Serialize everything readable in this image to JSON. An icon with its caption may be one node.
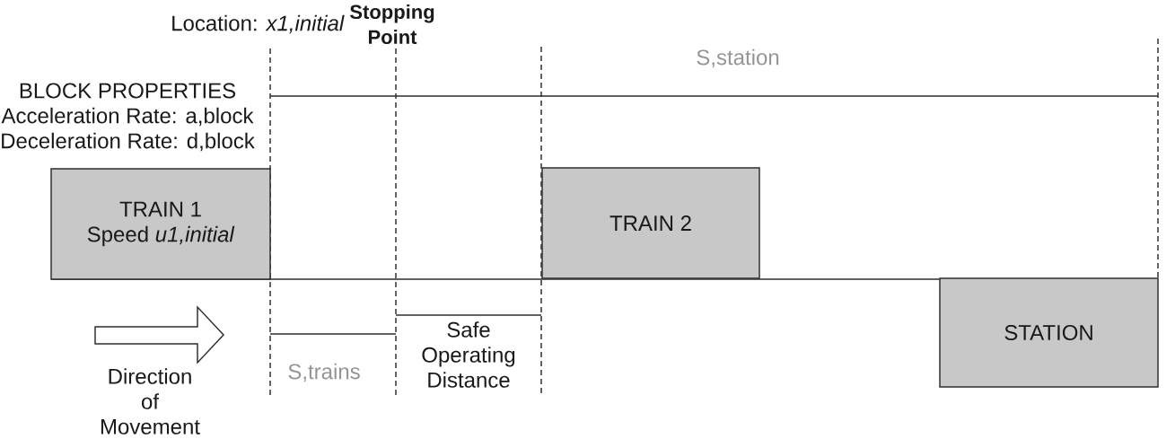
{
  "diagram": {
    "nodes": [
      {
        "text": [
          "TRAIN 1",
          "Speed *u1,initial*"
        ]
      },
      {
        "text": [
          "TRAIN 2"
        ]
      },
      {
        "text": [
          "STATION"
        ]
      }
    ],
    "labels": [
      "Location: *x1,initial*",
      "Stopping Point",
      "S,station",
      "BLOCK PROPERTIES",
      "Acceleration Rate: a,block",
      "Deceleration Rate: d,block",
      "Direction of Movement",
      "S,trains",
      "Safe Operating Distance"
    ]
  }
}
